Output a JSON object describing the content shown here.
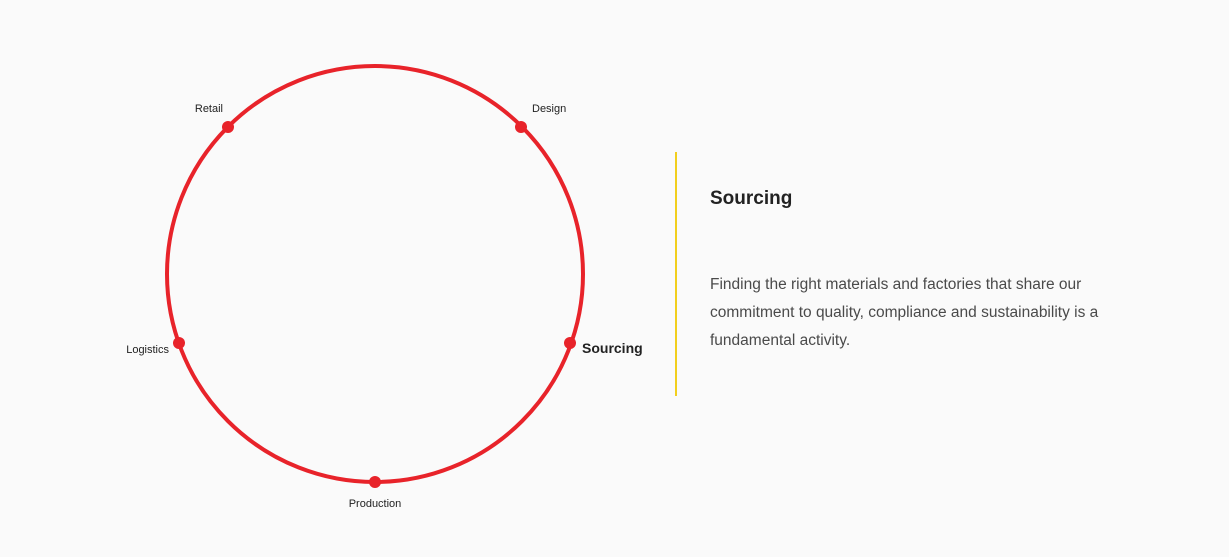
{
  "cycle": {
    "accent_color": "#e8232a",
    "active_stage": "Sourcing",
    "stages": [
      {
        "label": "Design"
      },
      {
        "label": "Sourcing"
      },
      {
        "label": "Production"
      },
      {
        "label": "Logistics"
      },
      {
        "label": "Retail"
      }
    ]
  },
  "detail": {
    "divider_color": "#f2cf1d",
    "title": "Sourcing",
    "text": "Finding the right materials and factories that share our commitment to quality, compliance and sustainability is a fundamental activity."
  }
}
